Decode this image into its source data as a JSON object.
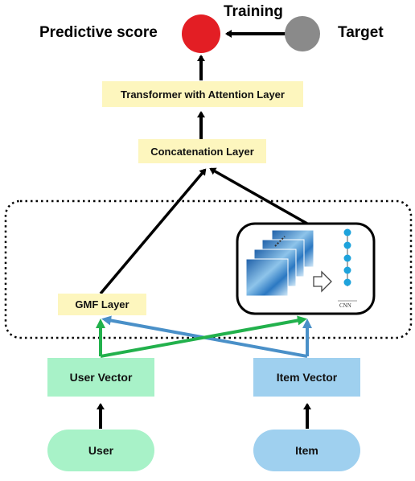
{
  "top": {
    "training_label": "Training",
    "predictive_label": "Predictive score",
    "target_label": "Target"
  },
  "layers": {
    "transformer": "Transformer with Attention Layer",
    "concatenation": "Concatenation Layer",
    "gmf": "GMF Layer",
    "cnn_caption": "CNN"
  },
  "vectors": {
    "user_vector": "User Vector",
    "item_vector": "Item Vector"
  },
  "inputs": {
    "user": "User",
    "item": "Item"
  },
  "colors": {
    "predictive_node": "#e31e24",
    "target_node": "#8a8a8a",
    "yellow_box": "#fdf6be",
    "green": "#a8f2c8",
    "blue": "#9fd0ef",
    "green_arrow": "#22b14c",
    "blue_arrow": "#4a90c8"
  }
}
